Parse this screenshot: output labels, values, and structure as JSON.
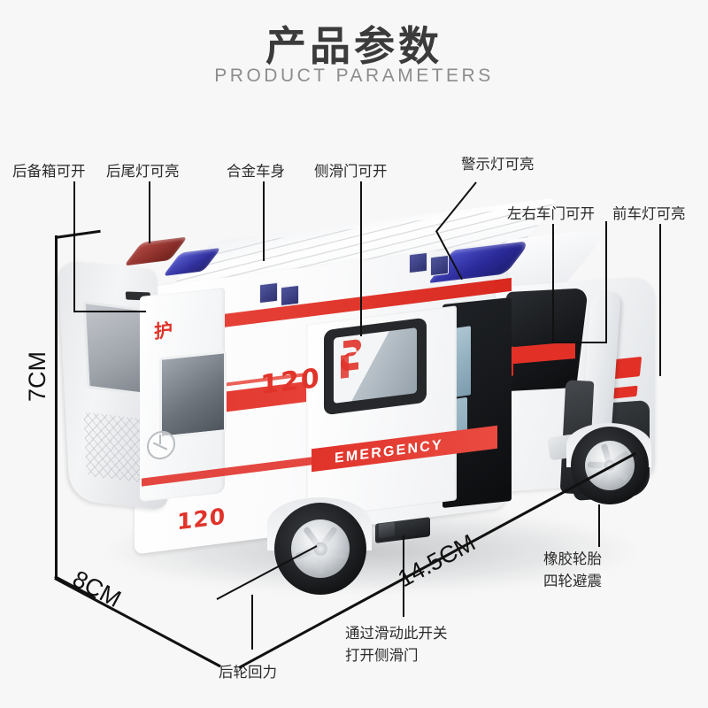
{
  "header": {
    "title": "产品参数",
    "subtitle": "PRODUCT PARAMETERS"
  },
  "callouts": [
    {
      "id": "trunk",
      "text": "后备箱可开"
    },
    {
      "id": "taillight",
      "text": "后尾灯可亮"
    },
    {
      "id": "alloy-body",
      "text": "合金车身"
    },
    {
      "id": "sliding-door",
      "text": "侧滑门可开"
    },
    {
      "id": "warning-light",
      "text": "警示灯可亮"
    },
    {
      "id": "side-doors",
      "text": "左右车门可开"
    },
    {
      "id": "headlight",
      "text": "前车灯可亮"
    },
    {
      "id": "tires",
      "line1": "橡胶轮胎",
      "line2": "四轮避震"
    },
    {
      "id": "switch",
      "line1": "通过滑动此开关",
      "line2": "打开侧滑门"
    },
    {
      "id": "pullback",
      "text": "后轮回力"
    }
  ],
  "dimensions": {
    "height": "7CM",
    "depth": "8CM",
    "length": "14.5CM"
  },
  "vehicle_decals": {
    "number_rear_upper": "120",
    "number_rear_lower": "120",
    "nurse_char": "护",
    "emergency_text": "EMERGENCY"
  },
  "colors": {
    "background": "#f7f7f7",
    "title_text": "#3b3b3b",
    "subtitle_text": "#8d8d8d",
    "label_text": "#2b2b2b",
    "leader_line": "#111111",
    "body_red": "#e0332a",
    "beacon_blue": "#2b2a9a",
    "body_white": "#ffffff"
  }
}
